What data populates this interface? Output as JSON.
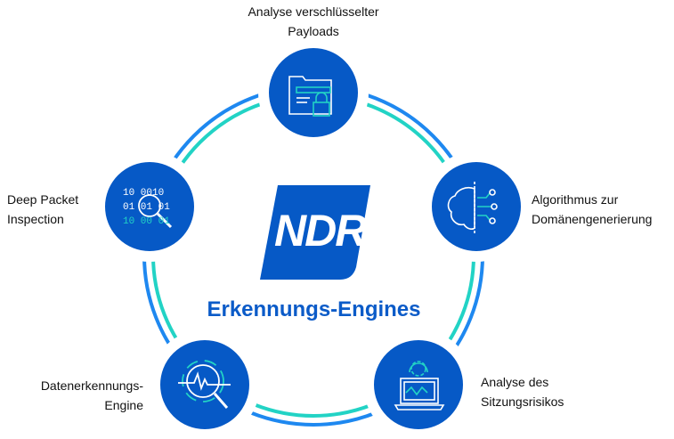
{
  "logo": {
    "text": "NDR"
  },
  "title": "Erkennungs-Engines",
  "engines": [
    {
      "label_line1": "Analyse verschlüsselter",
      "label_line2": "Payloads",
      "icon": "encrypted-folder-icon"
    },
    {
      "label_line1": "Algorithmus zur",
      "label_line2": "Domänengenerierung",
      "icon": "brain-circuit-icon"
    },
    {
      "label_line1": "Analyse des",
      "label_line2": "Sitzungsrisikos",
      "icon": "laptop-gear-icon"
    },
    {
      "label_line1": "Datenerkennungs-",
      "label_line2": "Engine",
      "icon": "signal-magnifier-icon"
    },
    {
      "label_line1": "Deep Packet",
      "label_line2": "Inspection",
      "icon": "binary-magnifier-icon"
    }
  ],
  "colors": {
    "primary": "#0659c6",
    "ring_outer": "#1e88f0",
    "ring_inner": "#22d3c5"
  }
}
